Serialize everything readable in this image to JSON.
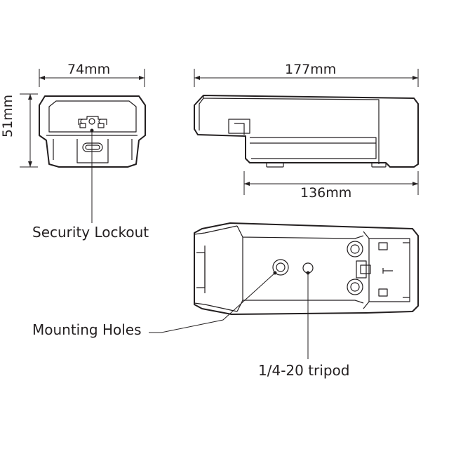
{
  "dimensions": {
    "width": "74mm",
    "height": "51mm",
    "length": "177mm",
    "base_length": "136mm"
  },
  "callouts": {
    "security_lockout": "Security Lockout",
    "mounting_holes": "Mounting Holes",
    "tripod": "1/4-20 tripod"
  },
  "colors": {
    "line": "#231f20",
    "background": "#ffffff"
  }
}
